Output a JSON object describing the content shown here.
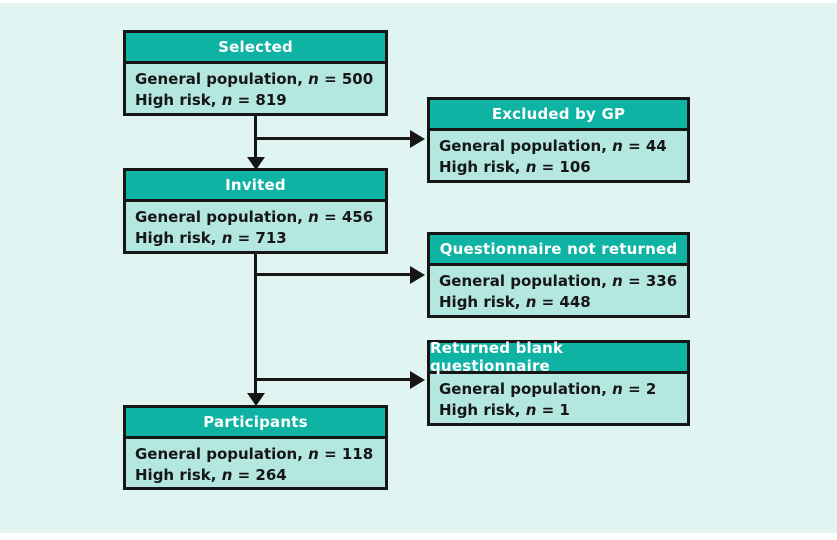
{
  "palette": {
    "background": "#e0f5f1",
    "header_fill": "#0fb3a4",
    "body_fill": "#b4e7df",
    "border": "#161616",
    "header_text": "#ffffff",
    "body_text": "#161616"
  },
  "flowchart": {
    "boxes": [
      {
        "id": "selected",
        "title": "Selected",
        "rows": [
          {
            "before": "General population, ",
            "var": "n",
            "after": " = 500"
          },
          {
            "before": "High risk, ",
            "var": "n",
            "after": " = 819"
          }
        ]
      },
      {
        "id": "excluded-by-gp",
        "title": "Excluded by GP",
        "rows": [
          {
            "before": "General population, ",
            "var": "n",
            "after": " = 44"
          },
          {
            "before": "High risk, ",
            "var": "n",
            "after": " = 106"
          }
        ]
      },
      {
        "id": "invited",
        "title": "Invited",
        "rows": [
          {
            "before": "General population, ",
            "var": "n",
            "after": " = 456"
          },
          {
            "before": "High risk, ",
            "var": "n",
            "after": " = 713"
          }
        ]
      },
      {
        "id": "questionnaire-not-returned",
        "title": "Questionnaire not returned",
        "rows": [
          {
            "before": "General population, ",
            "var": "n",
            "after": " = 336"
          },
          {
            "before": "High risk, ",
            "var": "n",
            "after": " = 448"
          }
        ]
      },
      {
        "id": "returned-blank-questionnaire",
        "title": "Returned blank questionnaire",
        "rows": [
          {
            "before": "General population, ",
            "var": "n",
            "after": " = 2"
          },
          {
            "before": "High risk, ",
            "var": "n",
            "after": " = 1"
          }
        ]
      },
      {
        "id": "participants",
        "title": "Participants",
        "rows": [
          {
            "before": "General population, ",
            "var": "n",
            "after": " = 118"
          },
          {
            "before": "High risk, ",
            "var": "n",
            "after": " = 264"
          }
        ]
      }
    ]
  }
}
